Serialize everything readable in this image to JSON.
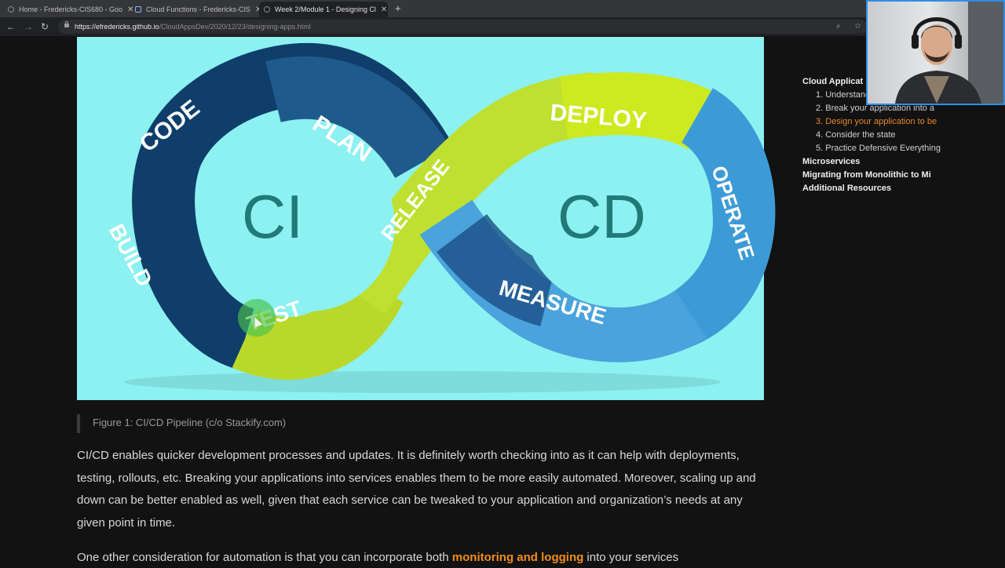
{
  "browser": {
    "tabs": [
      {
        "title": "Home - Fredericks-CIS680 - Goo",
        "active": false
      },
      {
        "title": "Cloud Functions - Fredericks-CIS",
        "active": false
      },
      {
        "title": "Week 2/Module 1 - Designing Cl",
        "active": true
      }
    ],
    "url": {
      "host": "https://efredericks.github.io",
      "path": "/CloudAppsDev/2020/12/23/designing-apps.html"
    }
  },
  "figure": {
    "left_label": "CI",
    "right_label": "CD",
    "segments": [
      "CODE",
      "PLAN",
      "BUILD",
      "TEST",
      "RELEASE",
      "DEPLOY",
      "OPERATE",
      "MEASURE"
    ],
    "colors": {
      "background": "#8cf1f0",
      "navy": "#0f3e6b",
      "blue": "#1f5a8c",
      "lime": "#b9d82a",
      "yellow_green": "#cde91f",
      "sky": "#3c9bd6",
      "label": "#217a78"
    }
  },
  "caption": "Figure 1: CI/CD Pipeline (c/o Stackify.com)",
  "body": {
    "paragraph1": "CI/CD enables quicker development processes and updates. It is definitely worth checking into as it can help with deployments, testing, rollouts, etc. Breaking your applications into services enables them to be more easily automated. Moreover, scaling up and down can be better enabled as well, given that each service can be tweaked to your application and organization’s needs at any given point in time.",
    "paragraph2_start": "One other consideration for automation is that you can incorporate both ",
    "paragraph2_highlight": "monitoring and logging",
    "paragraph2_end": " into your services"
  },
  "toc": {
    "sections": [
      {
        "label": "Cloud Applicat",
        "bold": true
      },
      {
        "label": "1. Understand",
        "bold": false
      },
      {
        "label": "2. Break your application into a",
        "bold": false
      },
      {
        "label": "3. Design your application to be",
        "bold": false,
        "current": true
      },
      {
        "label": "4. Consider the state",
        "bold": false
      },
      {
        "label": "5. Practice Defensive Everything",
        "bold": false
      },
      {
        "label": "Microservices",
        "bold": true
      },
      {
        "label": "Migrating from Monolithic to Mi",
        "bold": true
      },
      {
        "label": "Additional Resources",
        "bold": true
      }
    ]
  }
}
